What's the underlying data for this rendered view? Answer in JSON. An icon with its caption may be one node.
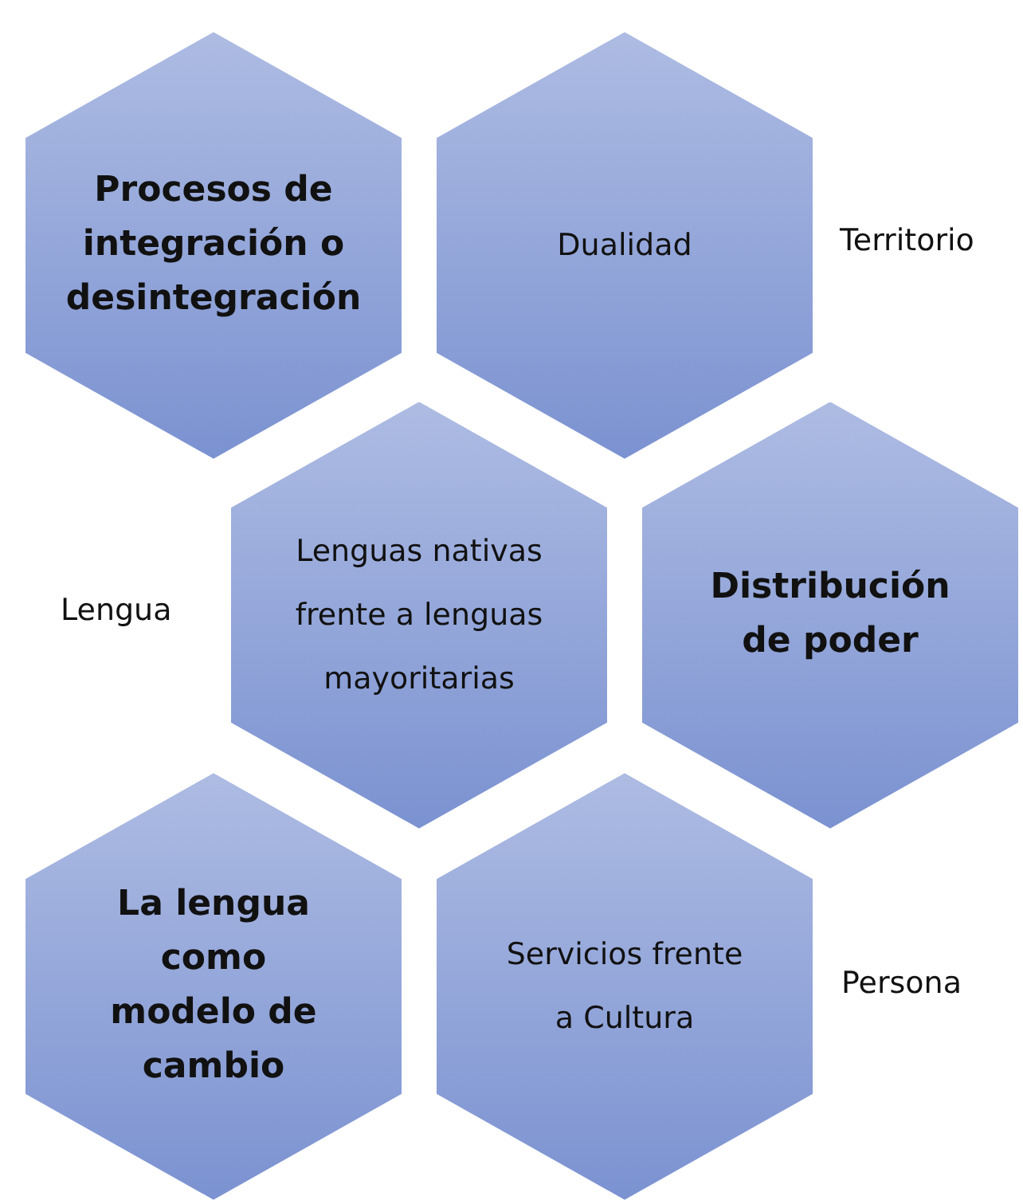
{
  "diagram": {
    "nodes": [
      {
        "text": [
          "Procesos de integración o desintegración"
        ]
      },
      {
        "text": [
          "Dualidad"
        ]
      },
      {
        "text": [
          "Lenguas nativas frente a lenguas mayoritarias"
        ]
      },
      {
        "text": [
          "Distribución de poder"
        ]
      },
      {
        "text": [
          "La lengua como modelo de cambio"
        ]
      },
      {
        "text": [
          "Servicios frente a Cultura"
        ]
      }
    ],
    "labels": [
      "Territorio",
      "Lengua",
      "Persona"
    ]
  }
}
